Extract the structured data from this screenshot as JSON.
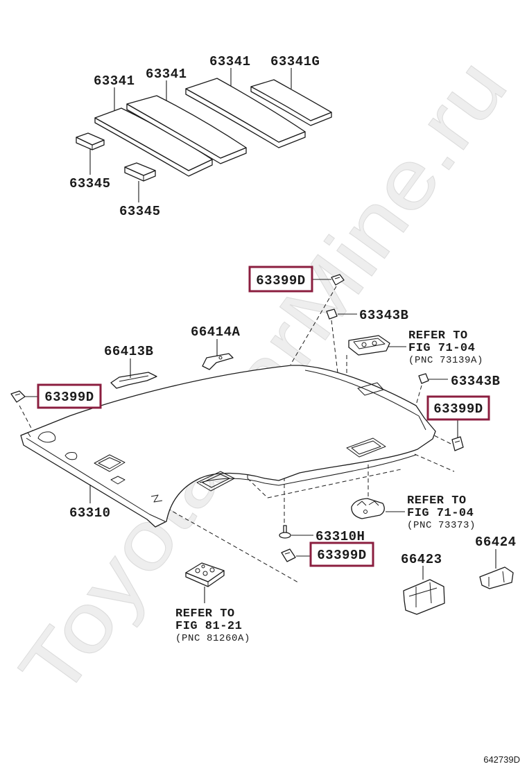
{
  "diagram": {
    "watermark": "ToyotaCarMine.ru",
    "figure_code": "642739D",
    "colors": {
      "line": "#1a1a1a",
      "highlight_box": "#8b1e3f",
      "watermark": "#eeeeee"
    },
    "upper_group": {
      "pad_1": "63341",
      "pad_2": "63341",
      "pad_3": "63341",
      "pad_4": "63341G",
      "block_1": "63345",
      "block_2": "63345"
    },
    "lower_group": {
      "clip_top": "63399D",
      "cap_top": "63343B",
      "bracket_upper": "66414A",
      "bracket_left": "66413B",
      "cap_right": "63343B",
      "clip_left": "63399D",
      "clip_right": "63399D",
      "headliner": "63310",
      "screw": "63310H",
      "clip_bottom": "63399D",
      "bracket_lower_left": "66423",
      "bracket_lower_right": "66424"
    },
    "references": [
      {
        "line1": "REFER TO",
        "line2": "FIG 71-04",
        "line3": "(PNC 73139A)"
      },
      {
        "line1": "REFER TO",
        "line2": "FIG 71-04",
        "line3": "(PNC 73373)"
      },
      {
        "line1": "REFER TO",
        "line2": "FIG 81-21",
        "line3": "(PNC 81260A)"
      }
    ]
  }
}
